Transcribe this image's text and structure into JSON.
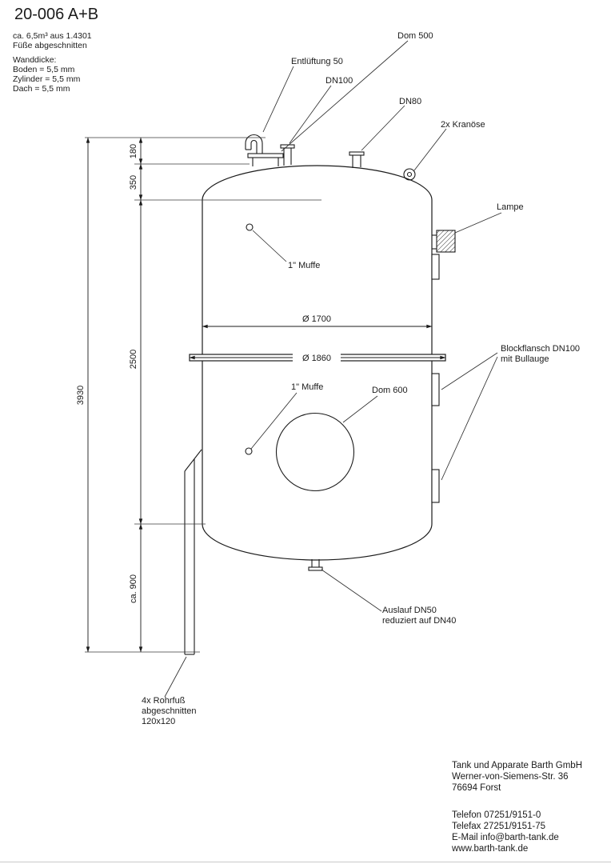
{
  "title": "20-006 A+B",
  "specs": {
    "volume": "ca. 6,5m³ aus 1.4301",
    "feet": "Füße abgeschnitten",
    "wall_header": "Wanddicke:",
    "wall_bottom": "Boden = 5,5 mm",
    "wall_cylinder": "Zylinder = 5,5 mm",
    "wall_roof": "Dach = 5,5 mm"
  },
  "labels": {
    "dom_top": "Dom 500",
    "vent": "Entlüftung 50",
    "dn100": "DN100",
    "dn80": "DN80",
    "crane_eyes": "2x Kranöse",
    "lamp": "Lampe",
    "block_flange_1": "Blockflansch DN100",
    "block_flange_2": "mit Bullauge",
    "muffe_upper": "1\" Muffe",
    "muffe_lower": "1\" Muffe",
    "dom_side": "Dom 600",
    "outlet_1": "Auslauf DN50",
    "outlet_2": "reduziert auf DN40",
    "leg_1": "4x Rohrfuß",
    "leg_2": "abgeschnitten",
    "leg_3": "120x120"
  },
  "dimensions": {
    "diameter_shell": "Ø 1700",
    "diameter_flange": "Ø 1860",
    "top_vent": "180",
    "head_height": "350",
    "shell_height": "2500",
    "bottom_clearance": "ca. 900",
    "overall_height": "3930"
  },
  "company": {
    "name": "Tank und Apparate Barth GmbH",
    "street": "Werner-von-Siemens-Str. 36",
    "city": "76694 Forst",
    "phone": "Telefon 07251/9151-0",
    "fax": "Telefax 27251/9151-75",
    "email": "E-Mail info@barth-tank.de",
    "website": "www.barth-tank.de"
  }
}
